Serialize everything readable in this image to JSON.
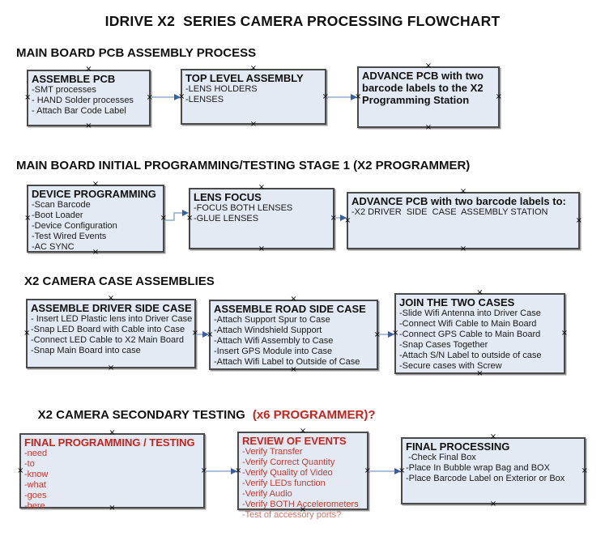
{
  "title": "IDRIVE X2  SERIES CAMERA PROCESSING FLOWCHART",
  "sections": [
    {
      "heading": "MAIN BOARD PCB ASSEMBLY PROCESS"
    },
    {
      "heading": "MAIN BOARD INITIAL PROGRAMMING/TESTING STAGE 1 (X2 PROGRAMMER)"
    },
    {
      "heading": "X2 CAMERA CASE ASSEMBLIES"
    },
    {
      "heading": "X2 CAMERA SECONDARY TESTING",
      "heading_red": "(x6 PROGRAMMER)?"
    }
  ],
  "boxes": [
    {
      "title": "ASSEMBLE PCB",
      "lines": [
        "-SMT processes",
        "- HAND Solder processes",
        "- Attach Bar Code Label"
      ]
    },
    {
      "title": "TOP LEVEL ASSEMBLY",
      "lines": [
        "-LENS HOLDERS",
        "-LENSES"
      ]
    },
    {
      "title": "ADVANCE PCB with two barcode labels to the X2 Programming Station",
      "lines": []
    },
    {
      "title": "DEVICE PROGRAMMING",
      "lines": [
        "-Scan Barcode",
        "-Boot Loader",
        "-Device Configuration",
        "-Test Wired Events",
        "-AC SYNC"
      ]
    },
    {
      "title": "LENS FOCUS",
      "lines": [
        "-FOCUS BOTH LENSES",
        "-GLUE LENSES"
      ]
    },
    {
      "title": "ADVANCE PCB with two barcode labels to:",
      "lines": [
        "-X2 DRIVER  SIDE  CASE  ASSEMBLY STATION"
      ]
    },
    {
      "title": "ASSEMBLE DRIVER SIDE CASE",
      "lines": [
        "- Insert LED Plastic lens into Driver Case",
        "-Snap LED Board with Cable into Case",
        "-Connect LED Cable to X2 Main Board",
        "-Snap Main Board into case"
      ]
    },
    {
      "title": "ASSEMBLE ROAD SIDE CASE",
      "lines": [
        "-Attach Support Spur to Case",
        "-Attach Windshield Support",
        "-Attach Wifi Assembly to Case",
        "-Insert GPS Module into Case",
        "-Attach Wifi Label to Outside of Case"
      ]
    },
    {
      "title": "JOIN THE TWO CASES",
      "lines": [
        "-Slide Wifi Antenna into Driver Case",
        "-Connect Wifi Cable to Main Board",
        "-Connect GPS Cable to Main Board",
        "-Snap Cases Together",
        "-Attach S/N Label to outside of case",
        "-Secure cases with Screw"
      ]
    },
    {
      "title": "FINAL PROGRAMMING / TESTING",
      "lines": [
        "-need",
        "-to",
        "-know",
        "-what",
        "-goes",
        "-here"
      ]
    },
    {
      "title": "REVIEW OF EVENTS",
      "lines": [
        "-Verify Transfer",
        "-Verify Correct Quantity",
        "-Verify Quality of Video",
        "-Verify LEDs function",
        "-Verify Audio",
        "-Verify BOTH Accelerometers",
        "-Test of accessory ports?"
      ]
    },
    {
      "title": "FINAL PROCESSING",
      "lines": [
        " -Check Final Box",
        "-Place In Bubble wrap Bag and BOX",
        "-Place Barcode Label on Exterior or Box"
      ]
    }
  ],
  "glyphs": {
    "handle": "×"
  },
  "colors": {
    "box_fill": "#e3eaf4",
    "box_border": "#4a4a4a",
    "heading_red": "#c5231e",
    "box_red_text": "#c63b33",
    "faded_red": "#d2736b",
    "connector_line": "#94aacb",
    "connector_arrow": "#3a5f9e"
  }
}
